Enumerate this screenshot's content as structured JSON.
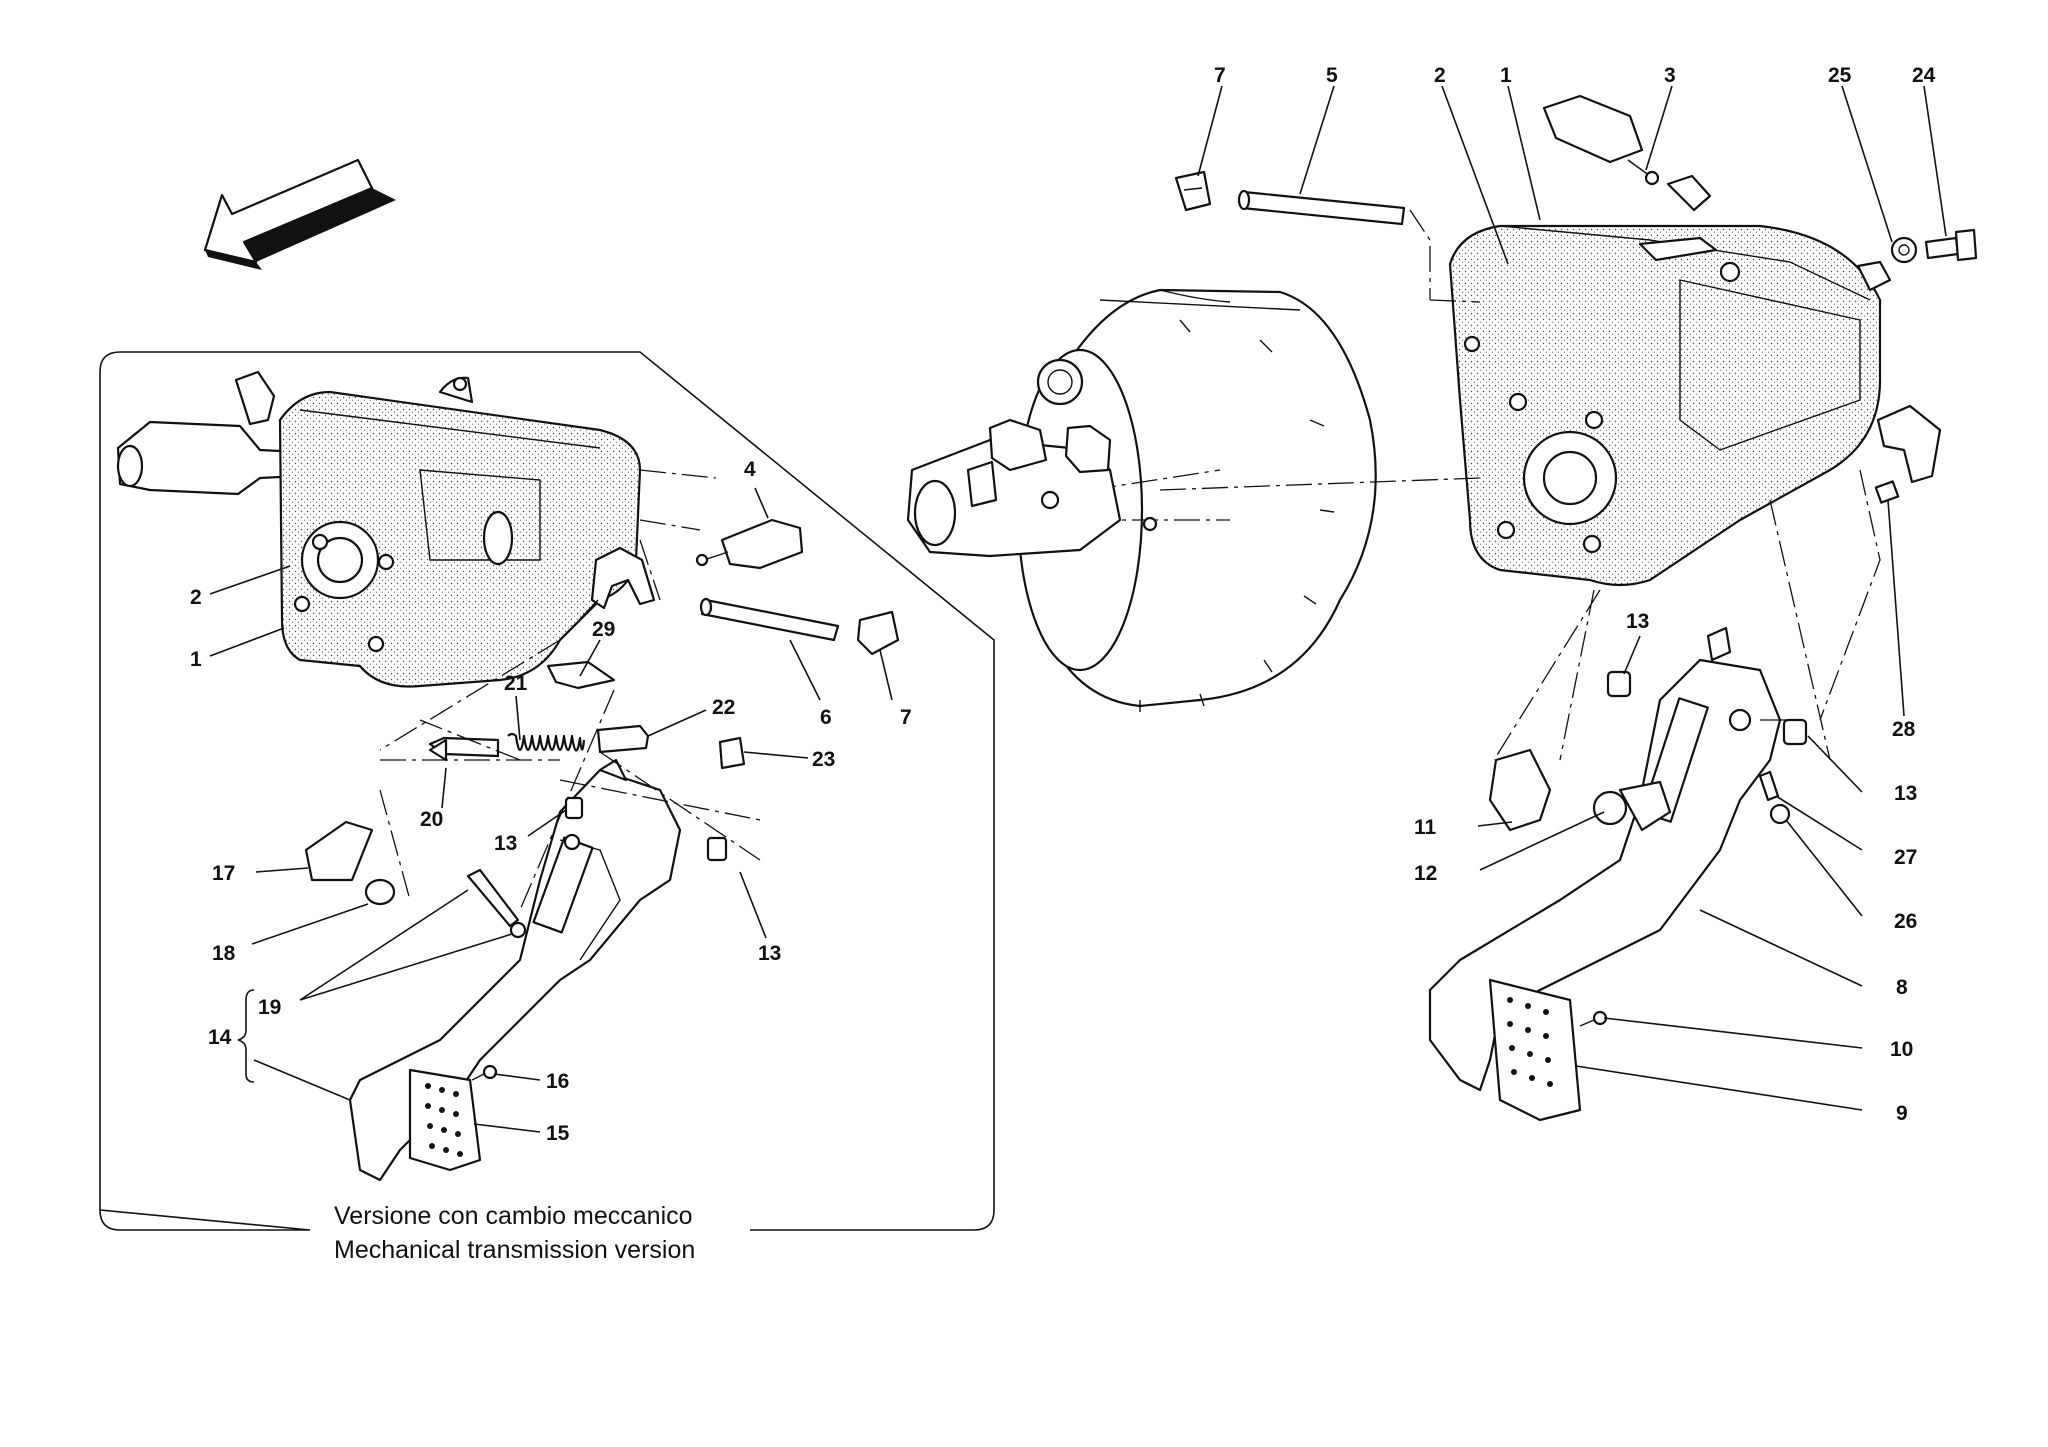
{
  "diagram": {
    "caption_line1": "Versione con cambio meccanico",
    "caption_line2": "Mechanical transmission version",
    "inset_labels": [
      {
        "id": "ins-4",
        "text": "4"
      },
      {
        "id": "ins-2",
        "text": "2"
      },
      {
        "id": "ins-1",
        "text": "1"
      },
      {
        "id": "ins-29",
        "text": "29"
      },
      {
        "id": "ins-21",
        "text": "21"
      },
      {
        "id": "ins-22",
        "text": "22"
      },
      {
        "id": "ins-23",
        "text": "23"
      },
      {
        "id": "ins-6",
        "text": "6"
      },
      {
        "id": "ins-7",
        "text": "7"
      },
      {
        "id": "ins-20",
        "text": "20"
      },
      {
        "id": "ins-13a",
        "text": "13"
      },
      {
        "id": "ins-13b",
        "text": "13"
      },
      {
        "id": "ins-17",
        "text": "17"
      },
      {
        "id": "ins-18",
        "text": "18"
      },
      {
        "id": "ins-19",
        "text": "19"
      },
      {
        "id": "ins-14",
        "text": "14"
      },
      {
        "id": "ins-16",
        "text": "16"
      },
      {
        "id": "ins-15",
        "text": "15"
      }
    ],
    "main_labels": [
      {
        "id": "m-7",
        "text": "7"
      },
      {
        "id": "m-5",
        "text": "5"
      },
      {
        "id": "m-2",
        "text": "2"
      },
      {
        "id": "m-1",
        "text": "1"
      },
      {
        "id": "m-3",
        "text": "3"
      },
      {
        "id": "m-25",
        "text": "25"
      },
      {
        "id": "m-24",
        "text": "24"
      },
      {
        "id": "m-13a",
        "text": "13"
      },
      {
        "id": "m-28",
        "text": "28"
      },
      {
        "id": "m-13b",
        "text": "13"
      },
      {
        "id": "m-11",
        "text": "11"
      },
      {
        "id": "m-27",
        "text": "27"
      },
      {
        "id": "m-12",
        "text": "12"
      },
      {
        "id": "m-26",
        "text": "26"
      },
      {
        "id": "m-8",
        "text": "8"
      },
      {
        "id": "m-10",
        "text": "10"
      },
      {
        "id": "m-9",
        "text": "9"
      }
    ]
  }
}
